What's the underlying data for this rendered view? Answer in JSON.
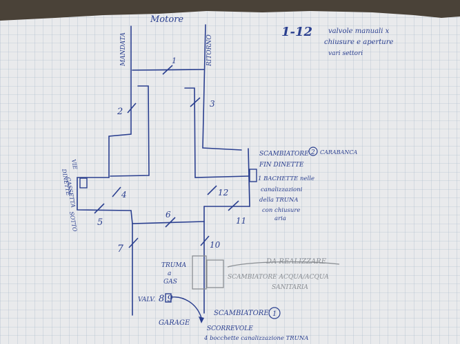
{
  "sheet": {
    "paper_color": "#e9eaec",
    "grid_color": "#9fb0c6",
    "ink_color": "#2a3f8f",
    "pencil_color": "#8a8e93",
    "background_color": "#4a4238"
  },
  "title": {
    "code": "1-12",
    "note": [
      "valvole manuali x",
      "chiusure e aperture",
      "vari settori"
    ]
  },
  "labels": {
    "motore": "Motore",
    "mandata": "MANDATA",
    "ritorno": "RITORNO",
    "vie_cassetta": [
      "VIE",
      "CASSETTA",
      "DINETTE",
      "SOTTO"
    ],
    "scambiatore_2": "SCAMBIATORE",
    "scambiatore_2_num": "2",
    "scambiatore_2_loc": "CARABANCA",
    "fin_dinette": "FIN DINETTE",
    "ue_lines": [
      "1 BACHETTE nelle",
      "canalizzazioni",
      "della TRUNA",
      "con chiusure",
      "aria"
    ],
    "truma_gas": [
      "TRUMA",
      "a",
      "GAS"
    ],
    "da_realizzare": "DA REALIZZARE",
    "scambiatore_acqua": [
      "SCAMBIATORE ACQUA/ACQUA",
      "SANITARIA"
    ],
    "valv": "VALV.",
    "valv_numbers": "8 9",
    "garage": "GARAGE",
    "scambiatore_1": "SCAMBIATORE",
    "scambiatore_1_num": "1",
    "scorrevole": "SCORREVOLE",
    "bottom_note": "4 bocchette canalizzazione TRUNA"
  },
  "valves": [
    "1",
    "2",
    "3",
    "4",
    "5",
    "6",
    "7",
    "10",
    "11",
    "12"
  ]
}
